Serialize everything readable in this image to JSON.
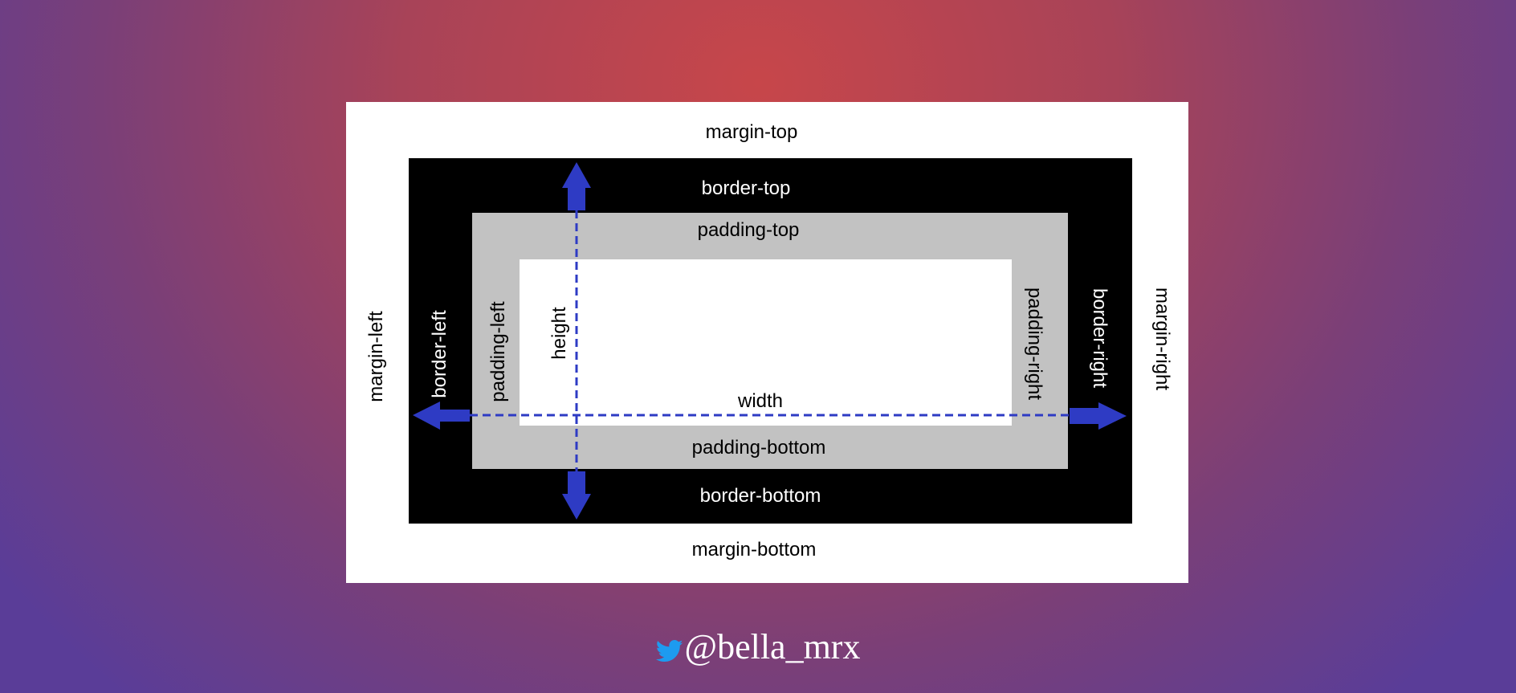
{
  "labels": {
    "margin_top": "margin-top",
    "margin_bottom": "margin-bottom",
    "margin_left": "margin-left",
    "margin_right": "margin-right",
    "border_top": "border-top",
    "border_bottom": "border-bottom",
    "border_left": "border-left",
    "border_right": "border-right",
    "padding_top": "padding-top",
    "padding_bottom": "padding-bottom",
    "padding_left": "padding-left",
    "padding_right": "padding-right",
    "height": "height",
    "width": "width"
  },
  "colors": {
    "margin": "#ffffff",
    "border": "#000000",
    "padding": "#c2c2c2",
    "content": "#ffffff",
    "arrow": "#2e3bc4",
    "twitter": "#1d9bf0"
  },
  "credit": {
    "icon": "twitter-bird-icon",
    "handle": "@bella_mrx"
  }
}
